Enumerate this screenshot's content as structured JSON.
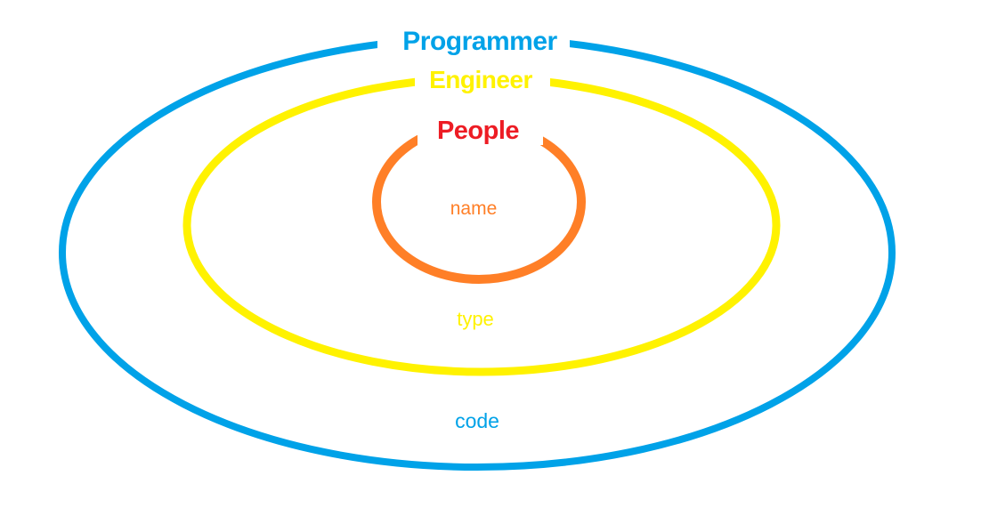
{
  "diagram": {
    "background_color": "#FFFFFF",
    "rings": [
      {
        "name": "programmer",
        "label": "Programmer",
        "label_color": "#00A2E8",
        "ring_color": "#00A2E8",
        "region_label": "code",
        "region_label_color": "#00A2E8"
      },
      {
        "name": "engineer",
        "label": "Engineer",
        "label_color": "#FFF200",
        "ring_color": "#FFF200",
        "region_label": "type",
        "region_label_color": "#FFF200"
      },
      {
        "name": "people",
        "label": "People",
        "label_color": "#ED1C24",
        "ring_color": "#FF7F27",
        "region_label": "name",
        "region_label_color": "#FF7F27"
      }
    ]
  }
}
